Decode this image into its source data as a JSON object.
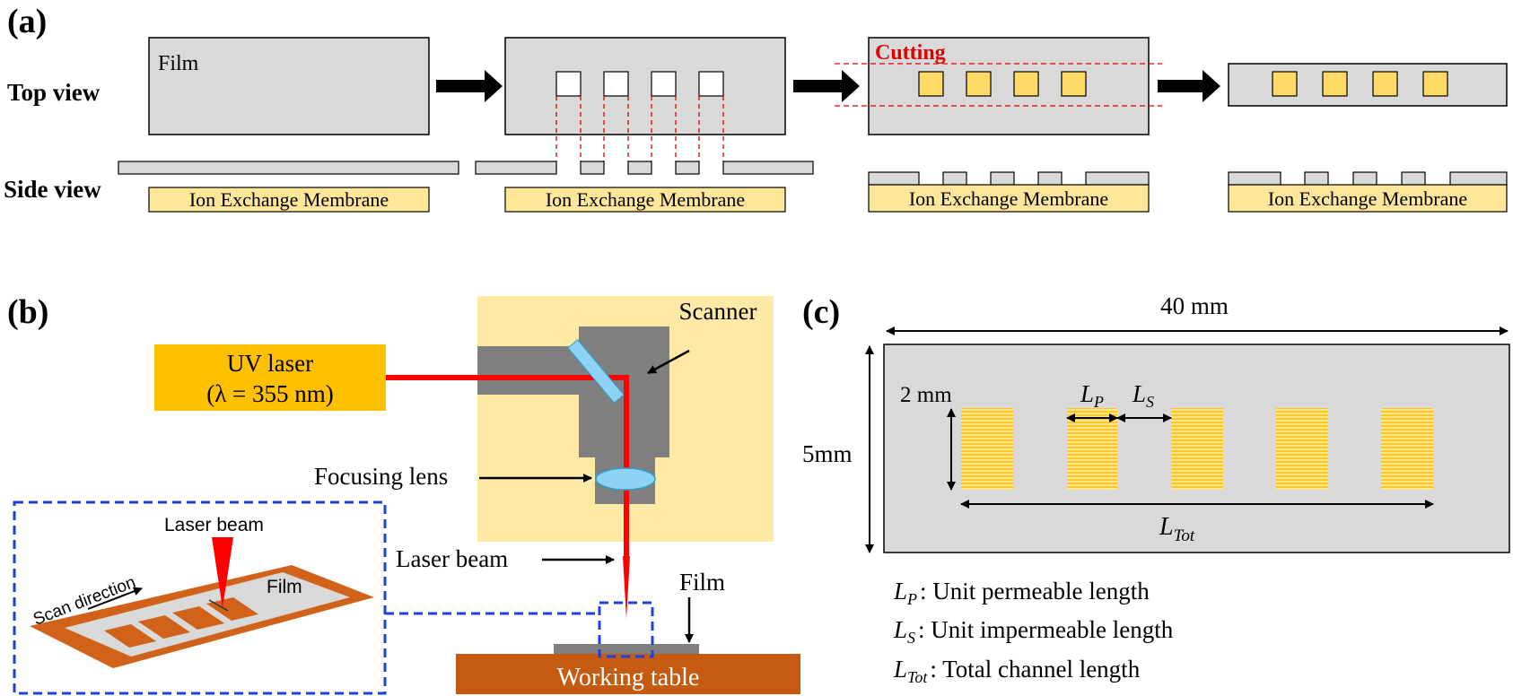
{
  "panel_a": {
    "label": "(a)",
    "top_view_label": "Top view",
    "side_view_label": "Side view",
    "film_label": "Film",
    "cutting_label": "Cutting",
    "membrane_label": "Ion Exchange Membrane"
  },
  "panel_b": {
    "label": "(b)",
    "uv_laser_line1": "UV laser",
    "uv_laser_line2": "(λ = 355 nm)",
    "scanner_label": "Scanner",
    "focusing_lens_label": "Focusing lens",
    "laser_beam_label": "Laser beam",
    "film_label": "Film",
    "working_table_label": "Working table",
    "inset_laser_beam_label": "Laser beam",
    "inset_scan_direction_label": "Scan direction",
    "inset_film_label": "Film"
  },
  "panel_c": {
    "label": "(c)",
    "width_label": "40 mm",
    "height_label": "5mm",
    "channel_height_label": "2 mm",
    "lp_symbol": "L",
    "lp_sub": "P",
    "ls_symbol": "L",
    "ls_sub": "S",
    "ltot_symbol": "L",
    "ltot_sub": "Tot",
    "legend": [
      {
        "symbol": "L",
        "sub": "P",
        "text": ": Unit permeable length"
      },
      {
        "symbol": "L",
        "sub": "S",
        "text": ": Unit impermeable length"
      },
      {
        "symbol": "L",
        "sub": "Tot",
        "text": ": Total channel length"
      }
    ]
  },
  "colors": {
    "film_gray": "#d9d9d9",
    "membrane_yellow": "#ffe699",
    "laser_red": "#ff0000",
    "uv_laser_box": "#ffc000",
    "scanner_bg": "#fee9a6",
    "scanner_body": "#7f7f7f",
    "mirror_blue": "#8fd3f4",
    "working_table": "#c55a11",
    "inset_dash_blue": "#1f3fe0",
    "channel_yellow": "#ffd24d"
  }
}
